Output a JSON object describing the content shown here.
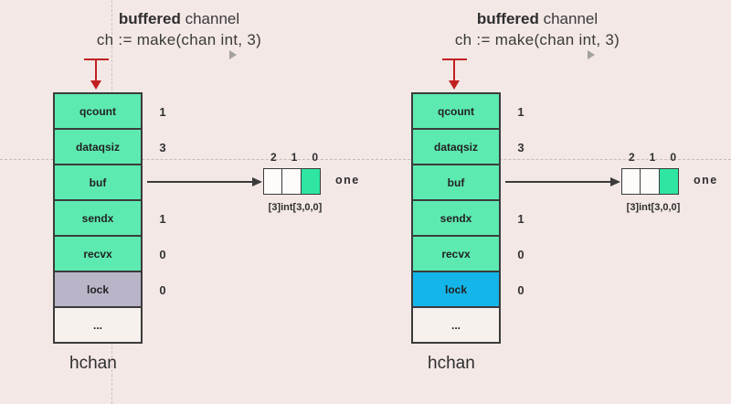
{
  "colors": {
    "background": "#f3e8e6",
    "struct_green": "#5deab1",
    "buffer_green": "#2ee6a2",
    "empty_white": "#fdfcfb",
    "lock_idle_gray": "#b9b4c8",
    "lock_active_blue": "#14b5e8",
    "dots_cell_cream": "#f6f1ec",
    "arrow_red": "#c22020",
    "border_dark": "#3b3b3b"
  },
  "diagrams": [
    {
      "title_bold": "buffered",
      "title_rest": " channel",
      "code_line": "ch := make(chan int, 3)",
      "struct_label": "hchan",
      "rows": [
        {
          "label": "qcount",
          "value": "1",
          "fill": "#5deab1"
        },
        {
          "label": "dataqsiz",
          "value": "3",
          "fill": "#5deab1"
        },
        {
          "label": "buf",
          "value": "",
          "fill": "#5deab1"
        },
        {
          "label": "sendx",
          "value": "1",
          "fill": "#5deab1"
        },
        {
          "label": "recvx",
          "value": "0",
          "fill": "#5deab1"
        },
        {
          "label": "lock",
          "value": "0",
          "fill": "#b9b4c8"
        },
        {
          "label": "...",
          "value": "",
          "fill": "#f6f1ec"
        }
      ],
      "buffer": {
        "indices": [
          "2",
          "1",
          "0"
        ],
        "cells": [
          "#fdfcfb",
          "#fdfcfb",
          "#2ee6a2"
        ],
        "label": "one",
        "caption": "[3]int[3,0,0]"
      }
    },
    {
      "title_bold": "buffered",
      "title_rest": " channel",
      "code_line": "ch := make(chan int, 3)",
      "struct_label": "hchan",
      "rows": [
        {
          "label": "qcount",
          "value": "1",
          "fill": "#5deab1"
        },
        {
          "label": "dataqsiz",
          "value": "3",
          "fill": "#5deab1"
        },
        {
          "label": "buf",
          "value": "",
          "fill": "#5deab1"
        },
        {
          "label": "sendx",
          "value": "1",
          "fill": "#5deab1"
        },
        {
          "label": "recvx",
          "value": "0",
          "fill": "#5deab1"
        },
        {
          "label": "lock",
          "value": "0",
          "fill": "#14b5e8"
        },
        {
          "label": "...",
          "value": "",
          "fill": "#f6f1ec"
        }
      ],
      "buffer": {
        "indices": [
          "2",
          "1",
          "0"
        ],
        "cells": [
          "#fdfcfb",
          "#fdfcfb",
          "#2ee6a2"
        ],
        "label": "one",
        "caption": "[3]int[3,0,0]"
      }
    }
  ]
}
